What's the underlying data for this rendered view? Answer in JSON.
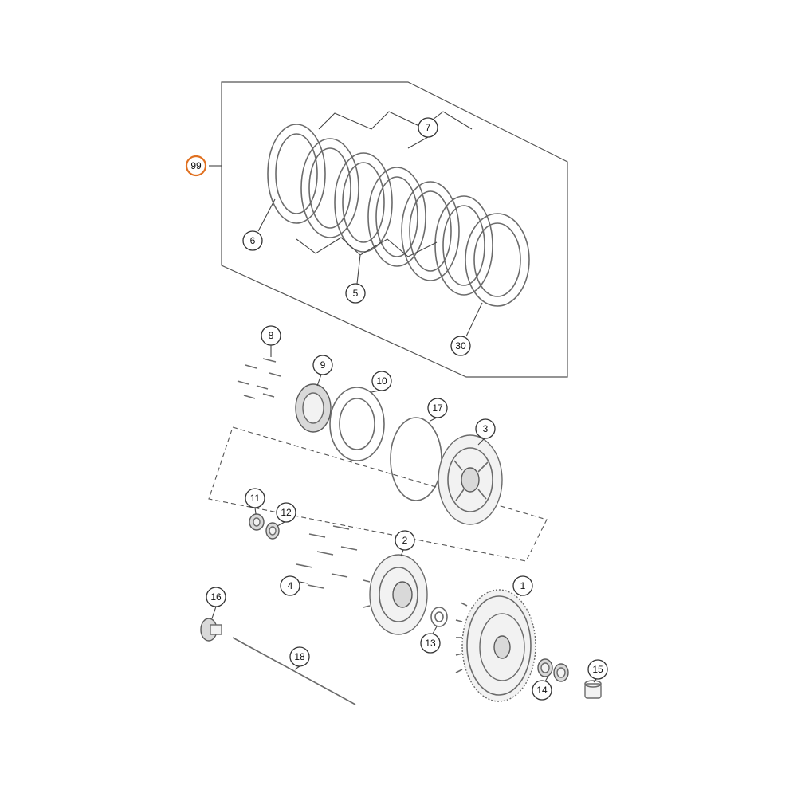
{
  "callouts": {
    "c99": "99",
    "c7": "7",
    "c6": "6",
    "c5": "5",
    "c30": "30",
    "c8": "8",
    "c9": "9",
    "c10": "10",
    "c17": "17",
    "c3": "3",
    "c11": "11",
    "c12": "12",
    "c2": "2",
    "c4": "4",
    "c1": "1",
    "c16": "16",
    "c13": "13",
    "c18": "18",
    "c14": "14",
    "c15": "15"
  },
  "colors": {
    "highlight": "#e07020",
    "line": "#6b6b6b"
  }
}
